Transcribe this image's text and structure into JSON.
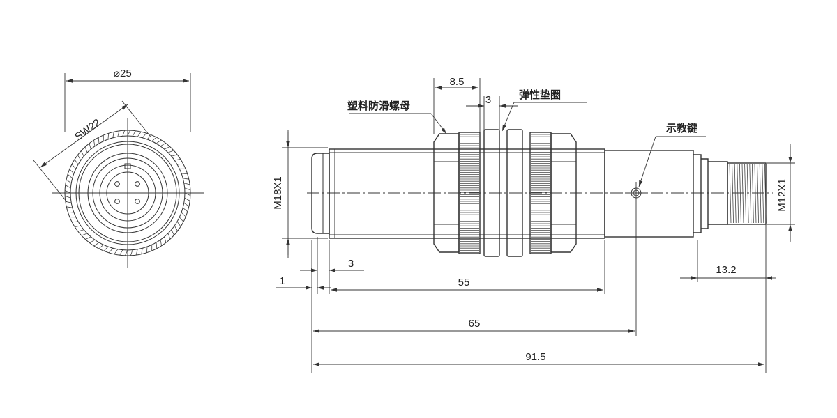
{
  "colors": {
    "line": "#333333",
    "text": "#222222",
    "background": "#ffffff"
  },
  "end_view": {
    "diameter_label": "⌀25",
    "wrench_label": "SW22"
  },
  "side_view": {
    "thread_label": "M18X1",
    "connector_thread_label": "M12X1",
    "dim_nut_width": "8.5",
    "dim_washer_width": "3",
    "dim_front_step": "3",
    "dim_front_lip": "1",
    "dim_body_length": "55",
    "dim_key_position": "65",
    "dim_total_length": "91.5",
    "dim_connector_length": "13.2",
    "callout_plastic_nut": "塑料防滑螺母",
    "callout_elastic_washer": "弹性垫圈",
    "callout_key": "示教键"
  }
}
